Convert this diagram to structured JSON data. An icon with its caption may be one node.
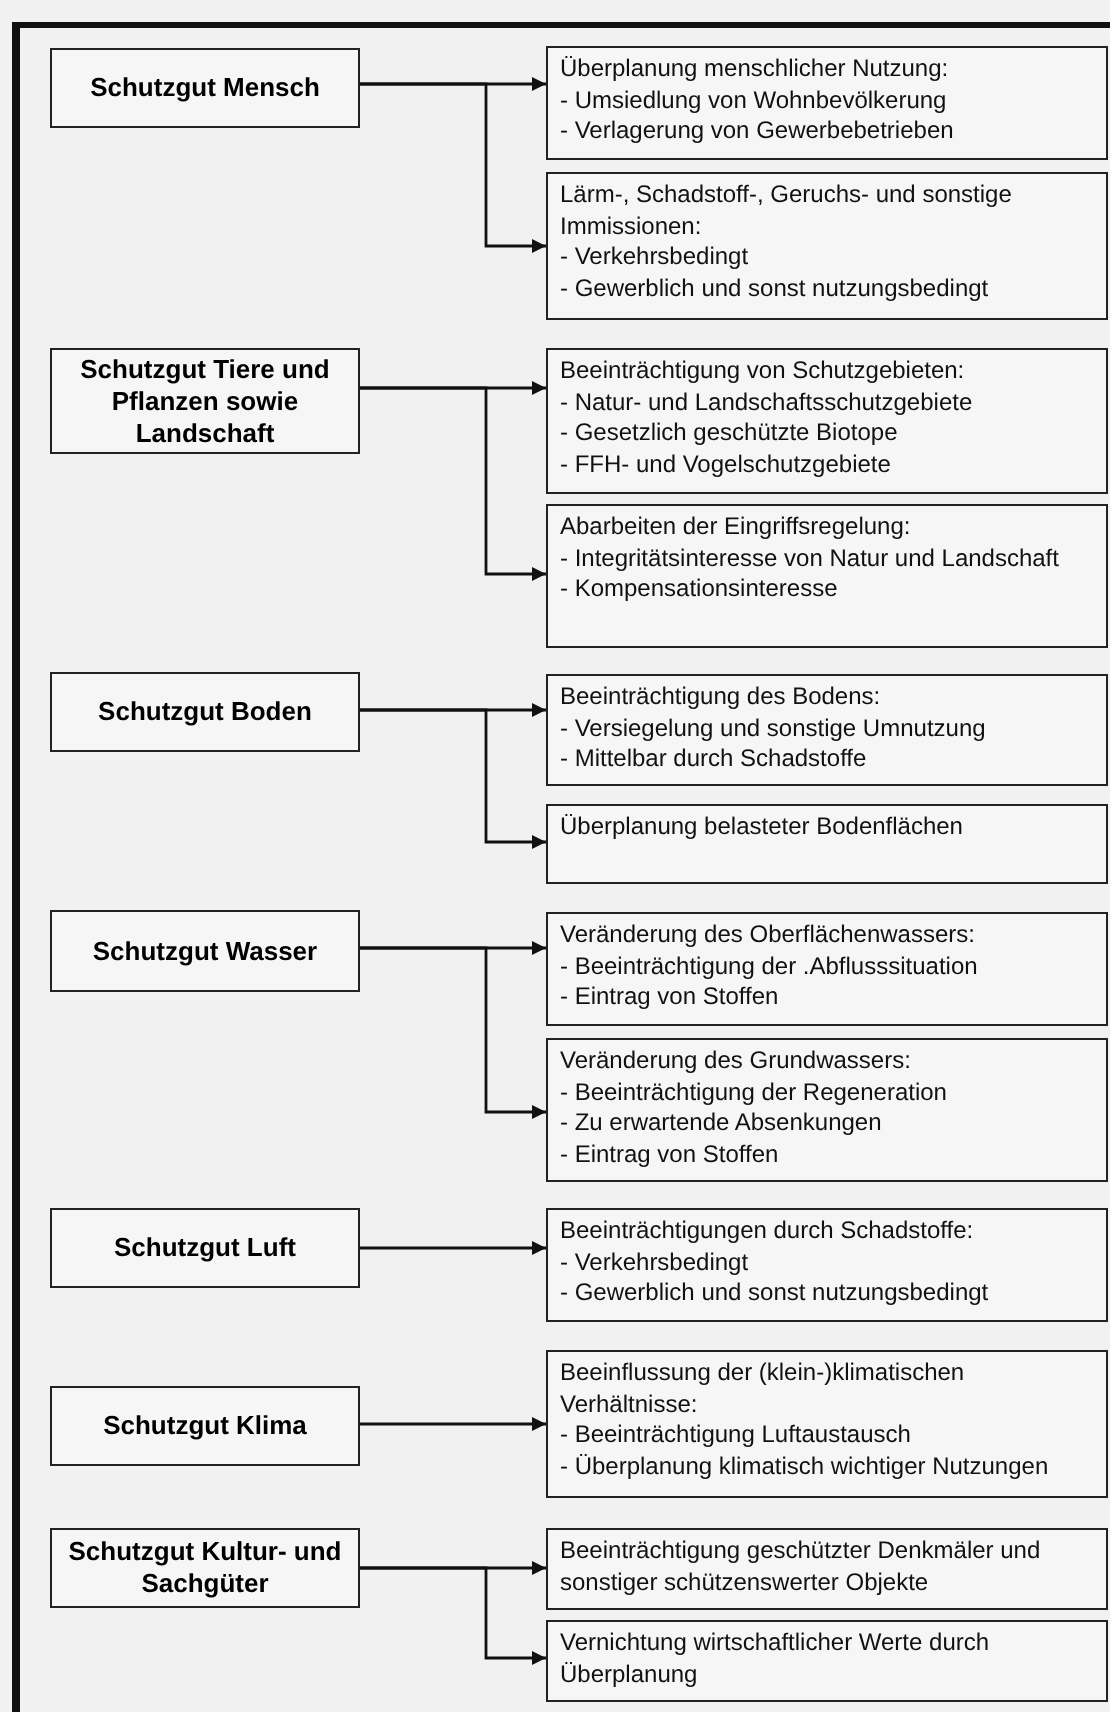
{
  "diagram": {
    "nodes": [
      {
        "text": [
          "Schutzgut Mensch"
        ]
      },
      {
        "text": [
          "Überplanung menschlicher Nutzung:",
          "- Umsiedlung von Wohnbevölkerung",
          "- Verlagerung von Gewerbebetrieben"
        ]
      },
      {
        "text": [
          "Lärm-, Schadstoff-, Geruchs- und sonstige Immissionen:",
          "- Verkehrsbedingt",
          "- Gewerblich und sonst nutzungsbedingt"
        ]
      },
      {
        "text": [
          "Schutzgut Tiere und Pflanzen sowie Landschaft"
        ]
      },
      {
        "text": [
          "Beeinträchtigung von Schutzgebieten:",
          "- Natur- und Landschaftsschutzgebiete",
          "- Gesetzlich geschützte Biotope",
          "- FFH- und Vogelschutzgebiete"
        ]
      },
      {
        "text": [
          "Abarbeiten der Eingriffsregelung:",
          "- Integritätsinteresse von Natur und Landschaft",
          "- Kompensationsinteresse"
        ]
      },
      {
        "text": [
          "Schutzgut Boden"
        ]
      },
      {
        "text": [
          "Beeinträchtigung des Bodens:",
          "- Versiegelung und sonstige Umnutzung",
          "- Mittelbar durch Schadstoffe"
        ]
      },
      {
        "text": [
          "Überplanung belasteter Bodenflächen"
        ]
      },
      {
        "text": [
          "Schutzgut Wasser"
        ]
      },
      {
        "text": [
          "Veränderung des Oberflächenwassers:",
          "- Beeinträchtigung der .Abflusssituation",
          "- Eintrag von Stoffen"
        ]
      },
      {
        "text": [
          "Veränderung des Grundwassers:",
          "- Beeinträchtigung der Regeneration",
          "- Zu erwartende Absenkungen",
          "- Eintrag von Stoffen"
        ]
      },
      {
        "text": [
          "Schutzgut Luft"
        ]
      },
      {
        "text": [
          "Beeinträchtigungen durch Schadstoffe:",
          "- Verkehrsbedingt",
          "- Gewerblich und sonst nutzungsbedingt"
        ]
      },
      {
        "text": [
          "Schutzgut Klima"
        ]
      },
      {
        "text": [
          "Beeinflussung der (klein-)klimatischen Verhältnisse:",
          "- Beeinträchtigung Luftaustausch",
          "- Überplanung klimatisch wichtiger Nutzungen"
        ]
      },
      {
        "text": [
          "Schutzgut Kultur- und Sachgüter"
        ]
      },
      {
        "text": [
          "Beeinträchtigung geschützter Denkmäler und sonstiger schützenswerter Objekte"
        ]
      },
      {
        "text": [
          "Vernichtung wirtschaftlicher Werte durch Überplanung"
        ]
      }
    ],
    "edges": [
      {
        "from": 0,
        "to": 1,
        "arrow": "to"
      },
      {
        "from": 0,
        "to": 2,
        "arrow": "to"
      },
      {
        "from": 3,
        "to": 4,
        "arrow": "to"
      },
      {
        "from": 3,
        "to": 5,
        "arrow": "to"
      },
      {
        "from": 6,
        "to": 7,
        "arrow": "to"
      },
      {
        "from": 6,
        "to": 8,
        "arrow": "to"
      },
      {
        "from": 9,
        "to": 10,
        "arrow": "to"
      },
      {
        "from": 9,
        "to": 11,
        "arrow": "to"
      },
      {
        "from": 12,
        "to": 13,
        "arrow": "to"
      },
      {
        "from": 14,
        "to": 15,
        "arrow": "to"
      },
      {
        "from": 16,
        "to": 17,
        "arrow": "to"
      },
      {
        "from": 16,
        "to": 18,
        "arrow": "to"
      }
    ]
  }
}
